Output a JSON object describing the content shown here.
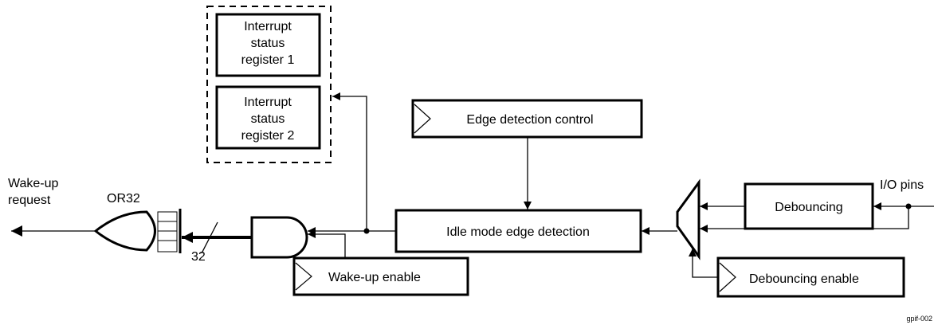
{
  "blocks": {
    "isr1": [
      "Interrupt",
      "status",
      "register 1"
    ],
    "isr2": [
      "Interrupt",
      "status",
      "register 2"
    ],
    "edge_control": "Edge detection control",
    "idle_detect": "Idle mode edge detection",
    "debouncing": "Debouncing",
    "wakeup_enable": "Wake-up enable",
    "debouncing_enable": "Debouncing enable"
  },
  "labels": {
    "wakeup_request": [
      "Wake-up",
      "request"
    ],
    "or_gate": "OR32",
    "bus_width": "32",
    "io_pins": "I/O pins",
    "figure_id": "gpif-002"
  }
}
